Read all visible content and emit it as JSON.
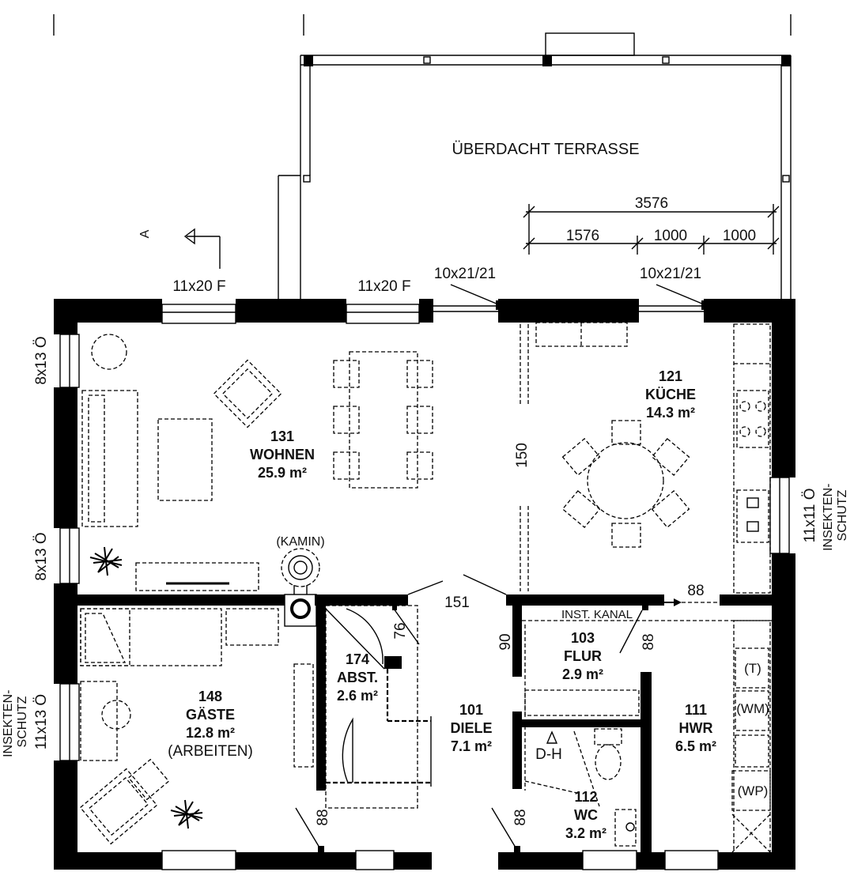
{
  "terrace": {
    "label": "ÜBERDACHT TERRASSE"
  },
  "section_marker": {
    "letter": "A"
  },
  "dimensions": {
    "terrace_total": "3576",
    "terrace_part1": "1576",
    "terrace_part2": "1000",
    "terrace_part3": "1000",
    "wall_150": "150",
    "opening_151": "151",
    "opening_88_kitchen": "88",
    "abst_76": "76",
    "flur_90": "90",
    "flur_88": "88",
    "door_88_left": "88",
    "door_88_right": "88"
  },
  "windows": {
    "top_left": "11x20 F",
    "top_middle": "11x20 F",
    "door_left": "10x21/21",
    "door_right": "10x21/21",
    "left_upper": "8x13 Ö",
    "left_lower": "8x13 Ö",
    "left_guest": "11x13 Ö",
    "left_guest_note": "INSEKTEN-\nSCHUTZ",
    "right_kitchen": "11x11 Ö",
    "right_kitchen_note": "INSEKTEN-\nSCHUTZ"
  },
  "rooms": [
    {
      "id": "wohnen",
      "number": "131",
      "name": "WOHNEN",
      "area": "25.9 m²"
    },
    {
      "id": "kueche",
      "number": "121",
      "name": "KÜCHE",
      "area": "14.3 m²"
    },
    {
      "id": "gaeste",
      "number": "148",
      "name": "GÄSTE",
      "area": "12.8 m²",
      "note": "(ARBEITEN)"
    },
    {
      "id": "abst",
      "number": "174",
      "name": "ABST.",
      "area": "2.6 m²"
    },
    {
      "id": "diele",
      "number": "101",
      "name": "DIELE",
      "area": "7.1 m²"
    },
    {
      "id": "flur",
      "number": "103",
      "name": "FLUR",
      "area": "2.9 m²"
    },
    {
      "id": "hwr",
      "number": "111",
      "name": "HWR",
      "area": "6.5 m²"
    },
    {
      "id": "wc",
      "number": "112",
      "name": "WC",
      "area": "3.2 m²"
    }
  ],
  "annotations": {
    "kamin": "(KAMIN)",
    "inst_kanal": "INST. KANAL",
    "dh": "D-H",
    "t": "(T)",
    "wm": "(WM)",
    "wp": "(WP)"
  }
}
